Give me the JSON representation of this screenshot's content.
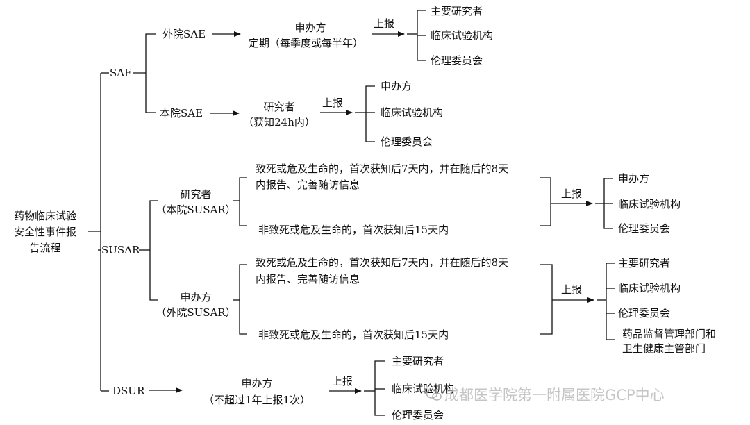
{
  "root": {
    "line1": "药物临床试验",
    "line2": "安全性事件报",
    "line3": "告流程"
  },
  "sae": {
    "label": "SAE",
    "external": {
      "label": "外院SAE",
      "reporter": "申办方",
      "timing": "定期（每季度或每半年）",
      "report": "上报",
      "recipients": [
        "主要研究者",
        "临床试验机构",
        "伦理委员会"
      ]
    },
    "internal": {
      "label": "本院SAE",
      "reporter": "研究者",
      "timing": "（获知24h内）",
      "report": "上报",
      "recipients": [
        "申办方",
        "临床试验机构",
        "伦理委员会"
      ]
    }
  },
  "susar": {
    "label": "SUSAR",
    "internal": {
      "reporter": "研究者",
      "scope": "（本院SUSAR）",
      "fatal_line1": "致死或危及生命的，首次获知后7天内，并在随后的8天",
      "fatal_line2": "内报告、完善随访信息",
      "nonfatal": "非致死或危及生命的，首次获知后15天内",
      "report": "上报",
      "recipients": [
        "申办方",
        "临床试验机构",
        "伦理委员会"
      ]
    },
    "external": {
      "reporter": "申办方",
      "scope": "（外院SUSAR）",
      "fatal_line1": "致死或危及生命的，首次获知后7天内，并在随后的8天",
      "fatal_line2": "内报告、完善随访信息",
      "nonfatal": "非致死或危及生命的，首次获知后15天内",
      "report": "上报",
      "recipients": [
        "主要研究者",
        "临床试验机构",
        "伦理委员会"
      ],
      "regulator_line1": "药品监督管理部门和",
      "regulator_line2": "卫生健康主管部门"
    }
  },
  "dsur": {
    "label": "DSUR",
    "reporter": "申办方",
    "timing": "（不超过1年上报1次）",
    "report": "上报",
    "recipients": [
      "主要研究者",
      "临床试验机构",
      "伦理委员会"
    ]
  },
  "watermark": "成都医学院第一附属医院GCP中心"
}
